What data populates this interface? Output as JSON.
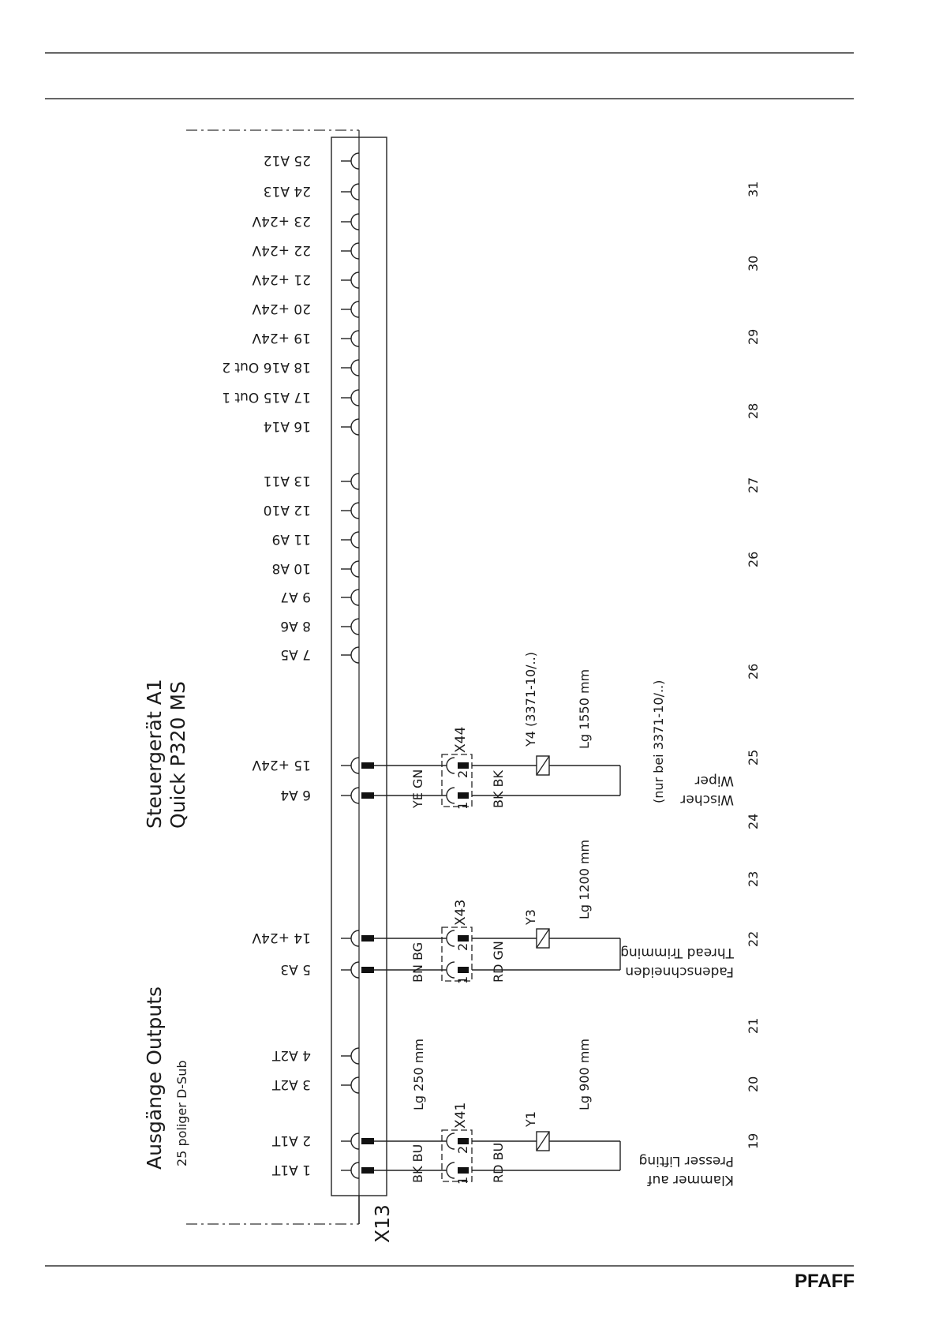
{
  "brand": "PFAFF",
  "connector": "X13",
  "titles": {
    "device": "Steuergerät A1",
    "model": "Quick P320 MS",
    "outputs": "Ausgänge  Outputs",
    "subd": "25 poliger D-Sub"
  },
  "pins": [
    {
      "label": "25 A12",
      "used": false
    },
    {
      "label": "24 A13",
      "used": false
    },
    {
      "label": "23 +24V",
      "used": false
    },
    {
      "label": "22 +24V",
      "used": false
    },
    {
      "label": "21 +24V",
      "used": false
    },
    {
      "label": "20 +24V",
      "used": false
    },
    {
      "label": "19 +24V",
      "used": false
    },
    {
      "label": "18 A16 Out 2",
      "used": false
    },
    {
      "label": "17 A15 Out 1",
      "used": false
    },
    {
      "label": "16 A14",
      "used": false
    },
    {
      "label": "13 A11",
      "used": false
    },
    {
      "label": "12 A10",
      "used": false
    },
    {
      "label": "11 A9",
      "used": false
    },
    {
      "label": "10 A8",
      "used": false
    },
    {
      "label": "9  A7",
      "used": false
    },
    {
      "label": "8  A6",
      "used": false
    },
    {
      "label": "7  A5",
      "used": false
    },
    {
      "label": "15 +24V",
      "used": true
    },
    {
      "label": "6  A4",
      "used": true
    },
    {
      "label": "14 +24V",
      "used": true
    },
    {
      "label": "5 A3",
      "used": true
    },
    {
      "label": "4  A2T",
      "used": false
    },
    {
      "label": "3  A2T",
      "used": false
    },
    {
      "label": "2 A1T",
      "used": true
    },
    {
      "label": "1 A1T",
      "used": true
    }
  ],
  "circuits": [
    {
      "connector": "X41",
      "top_colors": "BK  BU",
      "bottom_colors": "RD  BU",
      "cable1": "Lg 250 mm",
      "cable2": "Lg 900 mm",
      "coil": "Y1",
      "function_de": "Klammer auf",
      "function_en": "Presser Lifting",
      "note": "",
      "pin_a": "1",
      "pin_b": "2"
    },
    {
      "connector": "X43",
      "top_colors": "BN  BG",
      "bottom_colors": "RD  GN",
      "cable1": "",
      "cable2": "Lg 1200 mm",
      "coil": "Y3",
      "function_de": "Fadenschneiden",
      "function_en": "Thread Trimming",
      "note": "",
      "pin_a": "1",
      "pin_b": "2"
    },
    {
      "connector": "X44",
      "top_colors": "YE  GN",
      "bottom_colors": "BK  BK",
      "cable1": "",
      "cable2": "Lg 1550 mm",
      "coil": "Y4 (3371-10/..)",
      "function_de": "Wischer",
      "function_en": "Wiper",
      "note": "(nur bei 3371-10/..)",
      "pin_a": "1",
      "pin_b": "2"
    }
  ],
  "column_numbers": [
    "31",
    "30",
    "29",
    "28",
    "27",
    "26",
    "26",
    "25",
    "24",
    "23",
    "22",
    "21",
    "20",
    "19"
  ]
}
